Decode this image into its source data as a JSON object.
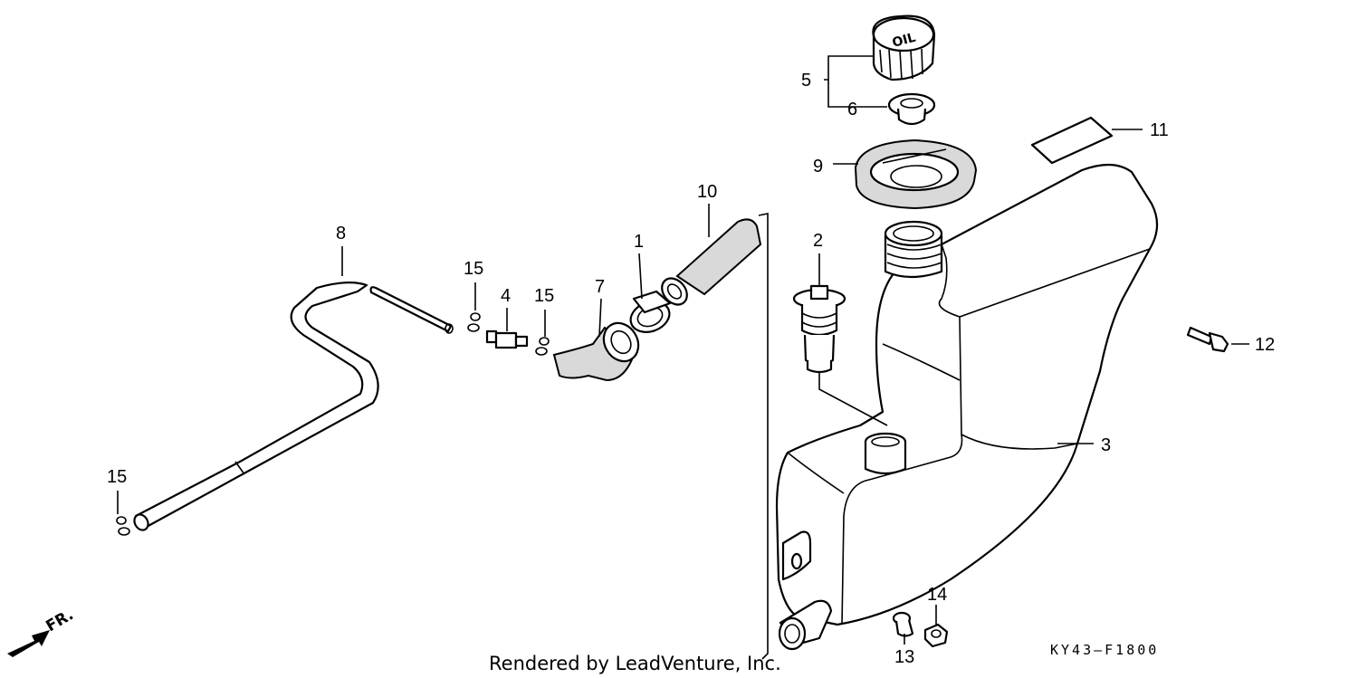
{
  "diagram": {
    "callouts": {
      "p1": "1",
      "p2": "2",
      "p3": "3",
      "p4": "4",
      "p5": "5",
      "p6": "6",
      "p7": "7",
      "p8": "8",
      "p9": "9",
      "p10": "10",
      "p11": "11",
      "p12": "12",
      "p13": "13",
      "p14": "14",
      "p15a": "15",
      "p15b": "15",
      "p15c": "15"
    },
    "cap_text": "OIL",
    "direction_label": "FR.",
    "drawing_code": "KY43–F1800",
    "credit": "Rendered by LeadVenture, Inc."
  }
}
